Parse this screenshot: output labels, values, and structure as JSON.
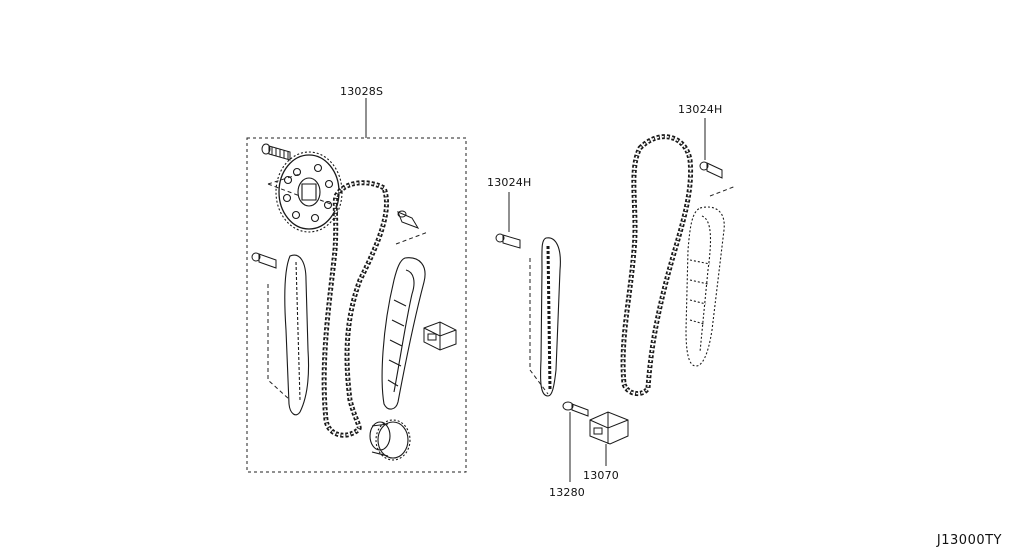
{
  "labels": {
    "kit": "13028S",
    "guide_left": "13024H",
    "guide_right": "13024H",
    "tensioner": "13070",
    "bolt": "13280"
  },
  "diagram_code": "J13000TY"
}
